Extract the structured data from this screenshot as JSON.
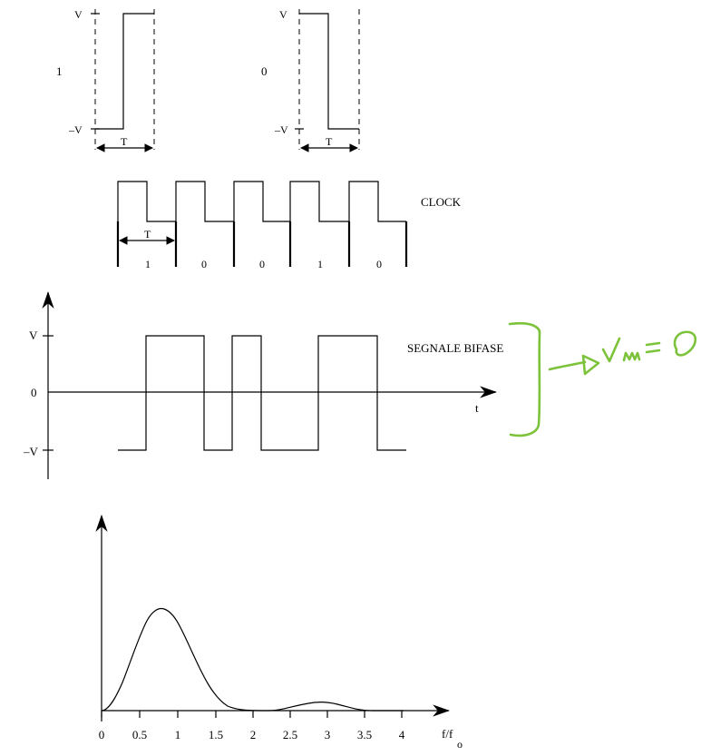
{
  "bit_one": {
    "bit": "1",
    "v_label": "V",
    "neg_v_label": "–V",
    "period_label": "T"
  },
  "bit_zero": {
    "bit": "0",
    "v_label": "V",
    "neg_v_label": "–V",
    "period_label": "T"
  },
  "clock": {
    "label": "CLOCK",
    "period_label": "T",
    "bits": [
      "1",
      "0",
      "0",
      "1",
      "0"
    ]
  },
  "biphase": {
    "label": "SEGNALE BIFASE",
    "v_label": "V",
    "zero_label": "0",
    "neg_v_label": "–V",
    "t_label": "t"
  },
  "annotation": {
    "text": "V_M = 0",
    "color": "#7cc23a"
  },
  "spectrum": {
    "x_ticks": [
      "0",
      "0.5",
      "1",
      "1.5",
      "2",
      "2.5",
      "3",
      "3.5",
      "4"
    ],
    "x_label_main": "f/f",
    "x_label_sub": "o"
  }
}
